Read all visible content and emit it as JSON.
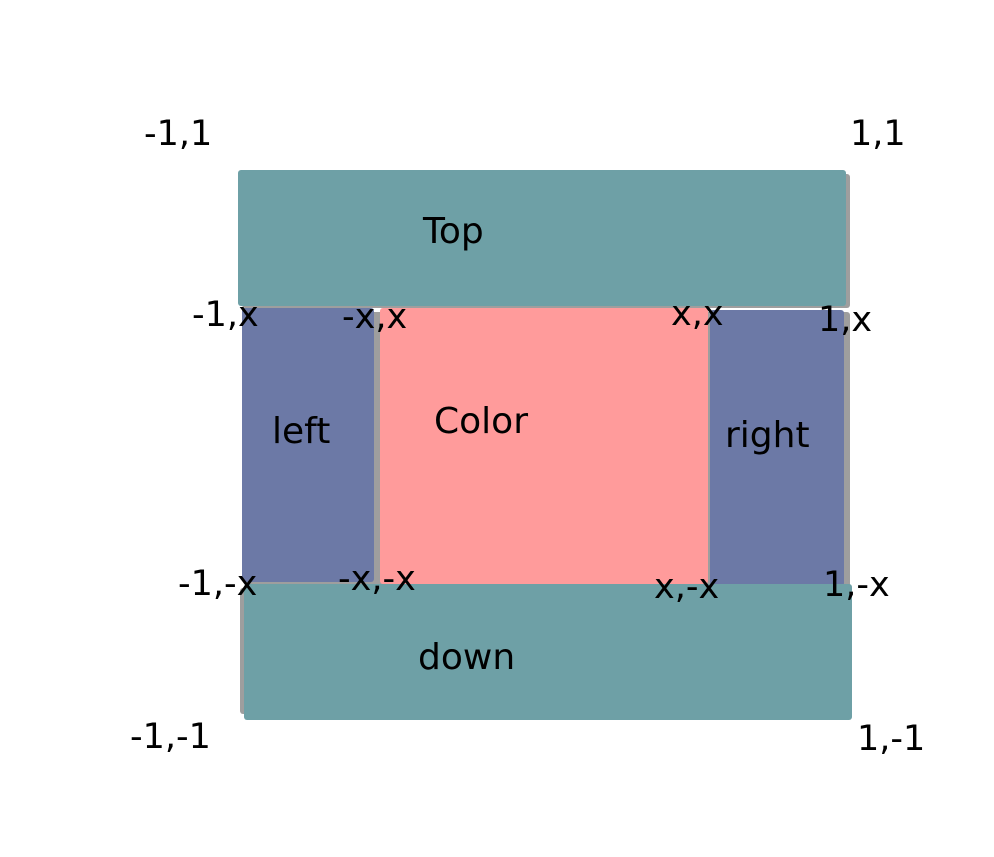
{
  "colors": {
    "top": "#6ea0a6",
    "down": "#6ea0a6",
    "left": "#6c79a6",
    "right": "#6c79a6",
    "color": "#ff9b9b",
    "shadow": "#9e9e9e"
  },
  "regions": {
    "top": "Top",
    "left": "left",
    "color": "Color",
    "right": "right",
    "down": "down"
  },
  "corners": {
    "top_left": "-1,1",
    "top_right": "1,1",
    "mid_top_outer_left": "-1,x",
    "mid_top_inner_left": "-x,x",
    "mid_top_inner_right": "x,x",
    "mid_top_outer_right": "1,x",
    "mid_bottom_outer_left": "-1,-x",
    "mid_bottom_inner_left": "-x,-x",
    "mid_bottom_inner_right": "x,-x",
    "mid_bottom_outer_right": "1,-x",
    "bottom_left": "-1,-1",
    "bottom_right": "1,-1"
  }
}
